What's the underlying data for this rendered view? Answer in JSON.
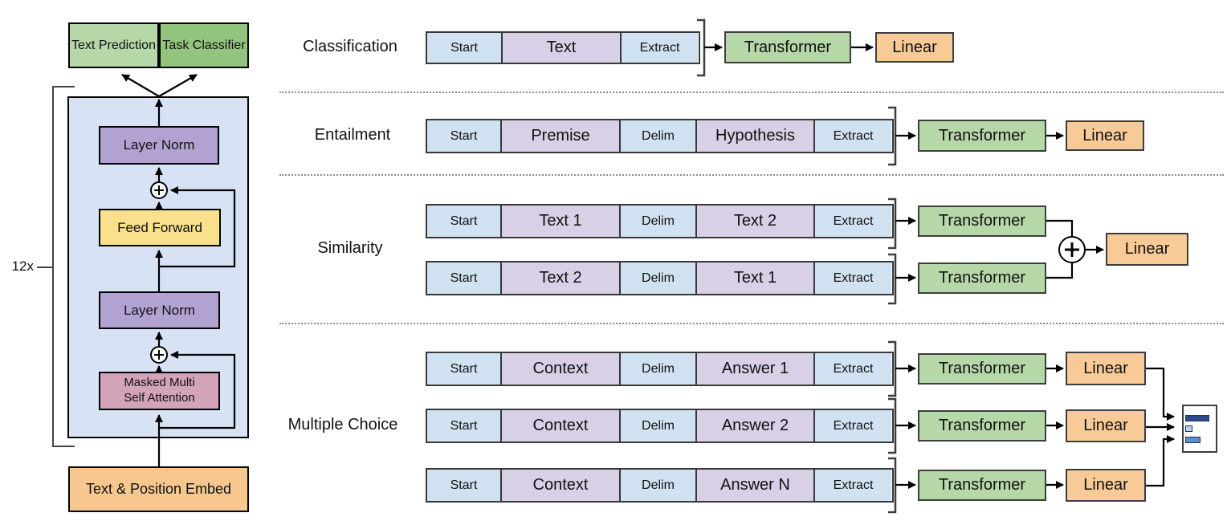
{
  "left_diagram": {
    "output_heads": [
      {
        "label": "Text Prediction"
      },
      {
        "label": "Task Classifier"
      }
    ],
    "repeat_label": "12x",
    "blocks": {
      "layer_norm_top": "Layer Norm",
      "feed_forward": "Feed Forward",
      "layer_norm_bottom": "Layer Norm",
      "masked_attention_line1": "Masked Multi",
      "masked_attention_line2": "Self Attention",
      "embed": "Text & Position Embed"
    }
  },
  "shared_labels": {
    "transformer": "Transformer",
    "linear": "Linear",
    "plus": "+"
  },
  "tasks": [
    {
      "label": "Classification",
      "rows": [
        {
          "tokens": [
            {
              "text": "Start",
              "kind": "special"
            },
            {
              "text": "Text",
              "kind": "content"
            },
            {
              "text": "Extract",
              "kind": "special"
            }
          ]
        }
      ]
    },
    {
      "label": "Entailment",
      "rows": [
        {
          "tokens": [
            {
              "text": "Start",
              "kind": "special"
            },
            {
              "text": "Premise",
              "kind": "content"
            },
            {
              "text": "Delim",
              "kind": "special"
            },
            {
              "text": "Hypothesis",
              "kind": "content"
            },
            {
              "text": "Extract",
              "kind": "special"
            }
          ]
        }
      ]
    },
    {
      "label": "Similarity",
      "rows": [
        {
          "tokens": [
            {
              "text": "Start",
              "kind": "special"
            },
            {
              "text": "Text 1",
              "kind": "content"
            },
            {
              "text": "Delim",
              "kind": "special"
            },
            {
              "text": "Text 2",
              "kind": "content"
            },
            {
              "text": "Extract",
              "kind": "special"
            }
          ]
        },
        {
          "tokens": [
            {
              "text": "Start",
              "kind": "special"
            },
            {
              "text": "Text 2",
              "kind": "content"
            },
            {
              "text": "Delim",
              "kind": "special"
            },
            {
              "text": "Text 1",
              "kind": "content"
            },
            {
              "text": "Extract",
              "kind": "special"
            }
          ]
        }
      ]
    },
    {
      "label": "Multiple Choice",
      "rows": [
        {
          "tokens": [
            {
              "text": "Start",
              "kind": "special"
            },
            {
              "text": "Context",
              "kind": "content"
            },
            {
              "text": "Delim",
              "kind": "special"
            },
            {
              "text": "Answer 1",
              "kind": "content"
            },
            {
              "text": "Extract",
              "kind": "special"
            }
          ]
        },
        {
          "tokens": [
            {
              "text": "Start",
              "kind": "special"
            },
            {
              "text": "Context",
              "kind": "content"
            },
            {
              "text": "Delim",
              "kind": "special"
            },
            {
              "text": "Answer 2",
              "kind": "content"
            },
            {
              "text": "Extract",
              "kind": "special"
            }
          ]
        },
        {
          "tokens": [
            {
              "text": "Start",
              "kind": "special"
            },
            {
              "text": "Context",
              "kind": "content"
            },
            {
              "text": "Delim",
              "kind": "special"
            },
            {
              "text": "Answer N",
              "kind": "content"
            },
            {
              "text": "Extract",
              "kind": "special"
            }
          ]
        }
      ]
    }
  ],
  "answer_chart": {
    "bars": [
      {
        "length": 30,
        "color": "#2a4a8b"
      },
      {
        "length": 9,
        "color": "#b9d2ee"
      },
      {
        "length": 19,
        "color": "#5d8ecb"
      }
    ]
  },
  "colors": {
    "token_special_blue": "#d0e2f1",
    "token_content_purple": "#d7d0e6",
    "transformer_green": "#b6d7a8",
    "task_classifier_green": "#93c47d",
    "linear_orange": "#f8ca97",
    "feed_forward_yellow": "#f8e08d",
    "layer_norm_purple": "#b2a2d2",
    "attention_pink": "#d3a3ba",
    "panel_blue": "#d7e3f4",
    "embed_orange": "#f6c88f"
  }
}
